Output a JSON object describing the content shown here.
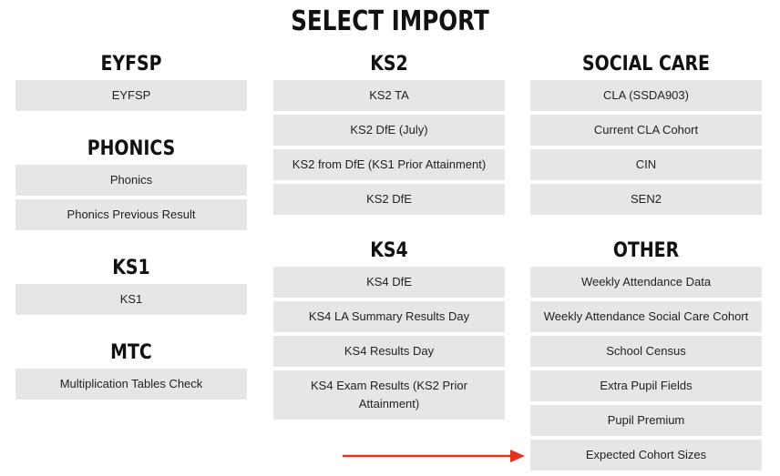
{
  "title": "SELECT IMPORT",
  "columns": [
    {
      "sections": [
        {
          "title": "EYFSP",
          "items": [
            "EYFSP"
          ]
        },
        {
          "title": "PHONICS",
          "items": [
            "Phonics",
            "Phonics Previous Result"
          ]
        },
        {
          "title": "KS1",
          "items": [
            "KS1"
          ]
        },
        {
          "title": "MTC",
          "items": [
            "Multiplication Tables Check"
          ]
        }
      ]
    },
    {
      "sections": [
        {
          "title": "KS2",
          "items": [
            "KS2 TA",
            "KS2 DfE (July)",
            "KS2 from DfE (KS1 Prior Attainment)",
            "KS2 DfE"
          ]
        },
        {
          "title": "KS4",
          "items": [
            "KS4 DfE",
            "KS4 LA Summary Results Day",
            "KS4 Results Day",
            "KS4 Exam Results (KS2 Prior Attainment)"
          ]
        }
      ]
    },
    {
      "sections": [
        {
          "title": "SOCIAL CARE",
          "items": [
            "CLA (SSDA903)",
            "Current CLA Cohort",
            "CIN",
            "SEN2"
          ]
        },
        {
          "title": "OTHER",
          "items": [
            "Weekly Attendance Data",
            "Weekly Attendance Social Care Cohort",
            "School Census",
            "Extra Pupil Fields",
            "Pupil Premium",
            "Expected Cohort Sizes"
          ]
        }
      ]
    }
  ],
  "colors": {
    "arrow": "#e8321e",
    "item_bg": "#e6e6e6"
  }
}
